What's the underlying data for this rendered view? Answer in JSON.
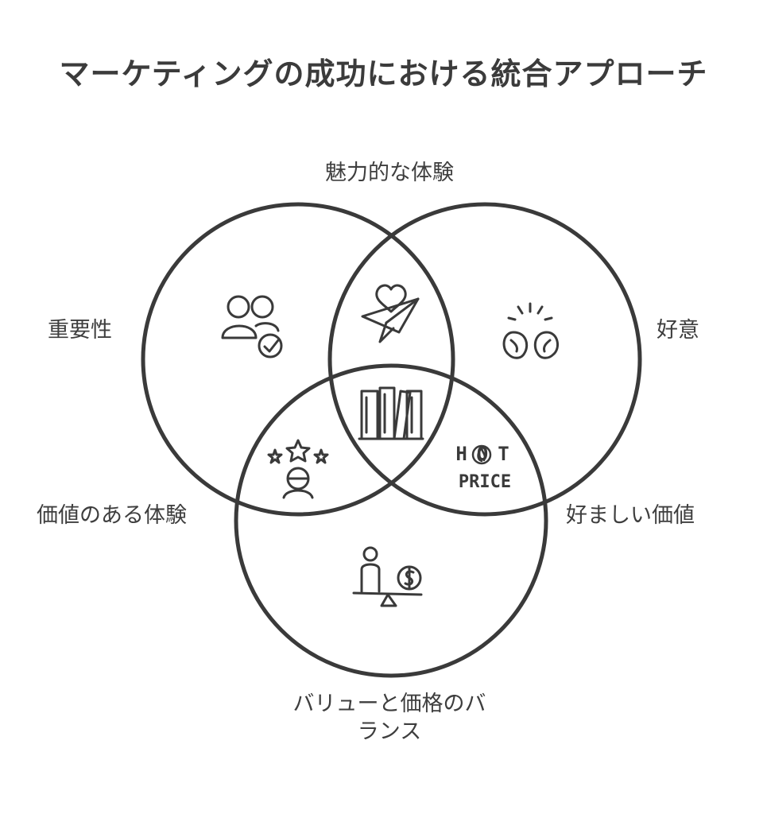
{
  "title": "マーケティングの成功における統合アプローチ",
  "labels": {
    "top": "魅力的な体験",
    "left": "重要性",
    "right": "好意",
    "bottom_left": "価値のある体験",
    "bottom_right": "好ましい価値",
    "bottom_line1": "バリューと価格のバ",
    "bottom_line2": "ランス"
  },
  "badge": {
    "line1": "HOT",
    "line2": "PRICE"
  },
  "icons": {
    "left_circle": "users-check-icon",
    "right_circle": "boxing-gloves-icon",
    "bottom_circle": "person-money-scale-icon",
    "top_intersection": "heart-paper-plane-icon",
    "left_bottom_intersection": "dizzy-stars-person-icon",
    "center": "book-spines-icon",
    "right_bottom_intersection": "hot-price-icon"
  },
  "colors": {
    "stroke": "#3a3a3a",
    "background": "#ffffff"
  }
}
